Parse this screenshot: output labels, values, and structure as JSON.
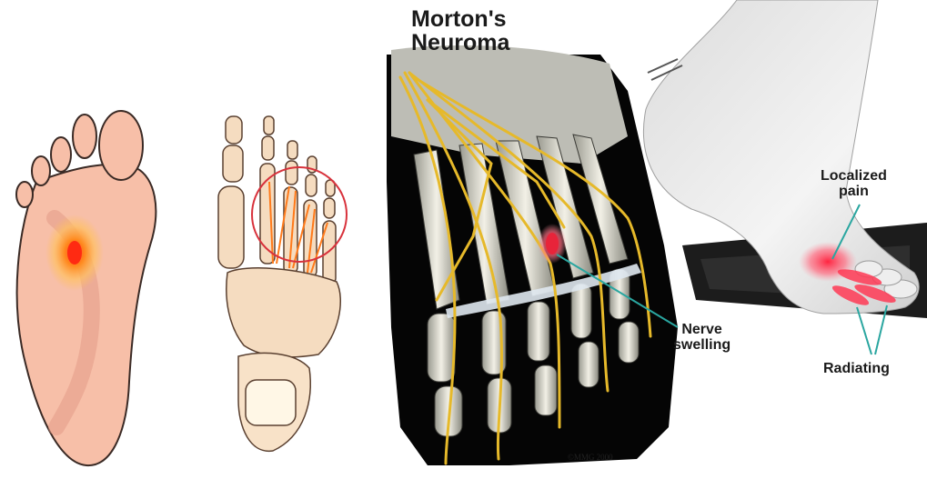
{
  "title": {
    "line1": "Morton's",
    "line2": "Neuroma"
  },
  "callouts": {
    "localized_pain": {
      "line1": "Localized",
      "line2": "pain"
    },
    "nerve_swelling": {
      "line1": "Nerve",
      "line2": "swelling"
    },
    "radiating": "Radiating"
  },
  "copyright": "©MMG 2000",
  "colors": {
    "skin": "#f6b9a3",
    "skin_dark": "#e99a86",
    "bone": "#f5dcc0",
    "nerve": "#e6b92a",
    "pain": "#e8243a",
    "pointer": "#2aa6a0",
    "xray_bg": "#000000"
  },
  "icons": [
    "foot-sole-illustration",
    "foot-skeleton-illustration",
    "foot-xray-illustration",
    "foot-side-illustration"
  ]
}
